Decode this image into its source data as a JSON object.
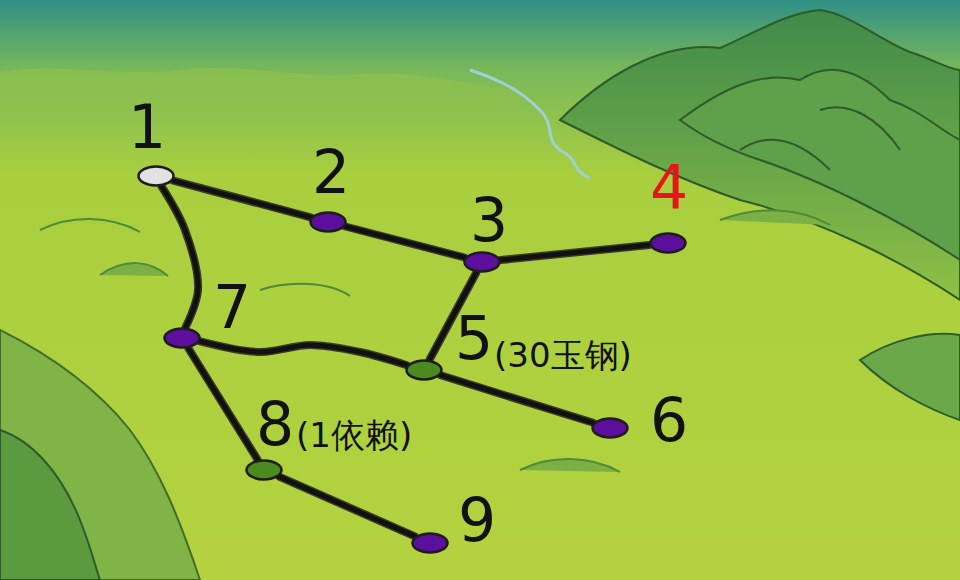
{
  "diagram": {
    "nodes": [
      {
        "text": [
          "1"
        ]
      },
      {
        "text": [
          "2"
        ]
      },
      {
        "text": [
          "3"
        ]
      },
      {
        "text": [
          "4"
        ]
      },
      {
        "text": [
          "5",
          "(30玉钢)"
        ]
      },
      {
        "text": [
          "6"
        ]
      },
      {
        "text": [
          "7"
        ]
      },
      {
        "text": [
          "8",
          "(1依赖)"
        ]
      },
      {
        "text": [
          "9"
        ]
      }
    ],
    "edges": [
      {
        "from": 0,
        "to": 1,
        "arrow": "none"
      },
      {
        "from": 1,
        "to": 2,
        "arrow": "none"
      },
      {
        "from": 2,
        "to": 3,
        "arrow": "none"
      },
      {
        "from": 2,
        "to": 4,
        "arrow": "none"
      },
      {
        "from": 0,
        "to": 6,
        "arrow": "none"
      },
      {
        "from": 6,
        "to": 4,
        "arrow": "none"
      },
      {
        "from": 4,
        "to": 5,
        "arrow": "none"
      },
      {
        "from": 6,
        "to": 7,
        "arrow": "none"
      },
      {
        "from": 7,
        "to": 8,
        "arrow": "none"
      }
    ]
  }
}
